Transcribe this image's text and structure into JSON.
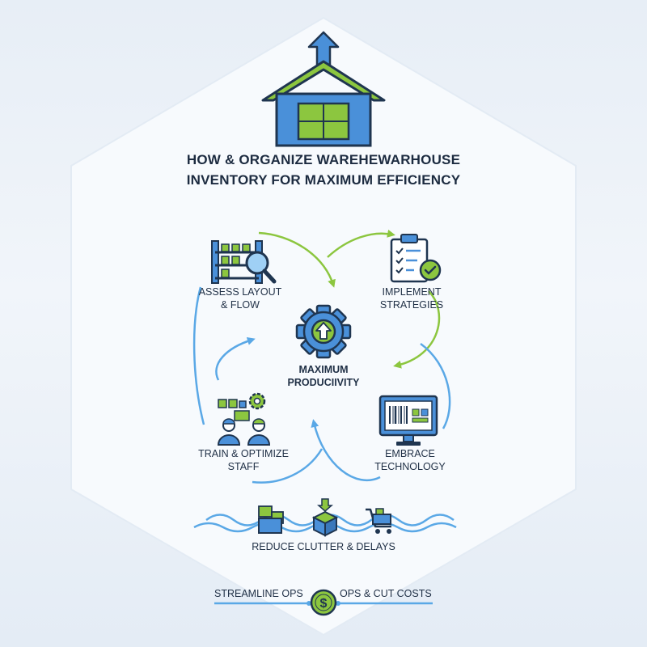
{
  "title": {
    "line1": "HOW & ORGANIZE WAREHEWARHOUSE",
    "line2": "INVENTORY FOR MAXIMUM EFFICIENCY"
  },
  "center": {
    "line1": "MAXIMUM",
    "line2": "PRODUCIIVITY",
    "icon": "gear-arrow-up-icon"
  },
  "steps": [
    {
      "line1": "ASSESS LAYOUT",
      "line2": "& FLOW",
      "icon": "shelves-magnifier-icon"
    },
    {
      "line1": "IMPLEMENT",
      "line2": "STRATEGIES",
      "icon": "clipboard-check-icon"
    },
    {
      "line1": "EMBRACE",
      "line2": "TECHNOLOGY",
      "icon": "monitor-barcode-icon"
    },
    {
      "line1": "TRAIN & OPTIMIZE",
      "line2": "STAFF",
      "icon": "workers-gear-icon"
    }
  ],
  "reduce": {
    "label": "REDUCE CLUTTER & DELAYS"
  },
  "footer": {
    "left": "STREAMLINE OPS",
    "right": "OPS & CUT COSTS",
    "coin_symbol": "$"
  },
  "colors": {
    "blue": "#4a90d9",
    "green": "#8cc63f",
    "navy": "#1f3550",
    "hexagon_fill": "#f7fafd"
  }
}
